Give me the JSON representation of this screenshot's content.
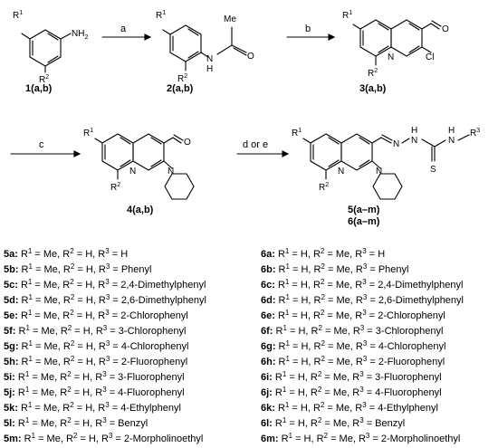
{
  "reagents": {
    "a": "a",
    "b": "b",
    "c": "c",
    "de": "d or e"
  },
  "compounds": {
    "c1": "1(a,b)",
    "c2": "2(a,b)",
    "c3": "3(a,b)",
    "c4": "4(a,b)",
    "c5": "5(a–m)",
    "c6": "6(a–m)"
  },
  "atoms": {
    "R1": "R1",
    "R2": "R2",
    "R3": "R3",
    "NH2": "NH2",
    "Me": "Me",
    "N": "N",
    "H": "H",
    "O": "O",
    "Cl": "Cl",
    "S": "S"
  },
  "series5": [
    {
      "id": "5a:",
      "r1": "Me",
      "r2": "H",
      "r3": "H"
    },
    {
      "id": "5b:",
      "r1": "Me",
      "r2": "H",
      "r3": "Phenyl"
    },
    {
      "id": "5c:",
      "r1": "Me",
      "r2": "H",
      "r3": "2,4-Dimethylphenyl"
    },
    {
      "id": "5d:",
      "r1": "Me",
      "r2": "H",
      "r3": "2,6-Dimethylphenyl"
    },
    {
      "id": "5e:",
      "r1": "Me",
      "r2": "H",
      "r3": "2-Chlorophenyl"
    },
    {
      "id": "5f:",
      "r1": "Me",
      "r2": "H",
      "r3": "3-Chlorophenyl"
    },
    {
      "id": "5g:",
      "r1": "Me",
      "r2": "H",
      "r3": "4-Chlorophenyl"
    },
    {
      "id": "5h:",
      "r1": "Me",
      "r2": "H",
      "r3": "2-Fluorophenyl"
    },
    {
      "id": "5i:",
      "r1": "Me",
      "r2": "H",
      "r3": "3-Fluorophenyl"
    },
    {
      "id": "5j:",
      "r1": "Me",
      "r2": "H",
      "r3": "4-Fluorophenyl"
    },
    {
      "id": "5k:",
      "r1": "Me",
      "r2": "H",
      "r3": "4-Ethylphenyl"
    },
    {
      "id": "5l:",
      "r1": "Me",
      "r2": "H",
      "r3": "Benzyl"
    },
    {
      "id": "5m:",
      "r1": "Me",
      "r2": "H",
      "r3": "2-Morpholinoethyl"
    }
  ],
  "series6": [
    {
      "id": "6a:",
      "r1": "H",
      "r2": "Me",
      "r3": "H"
    },
    {
      "id": "6b:",
      "r1": "H",
      "r2": "Me",
      "r3": "Phenyl"
    },
    {
      "id": "6c:",
      "r1": "H",
      "r2": "Me",
      "r3": "2,4-Dimethylphenyl"
    },
    {
      "id": "6d:",
      "r1": "H",
      "r2": "Me",
      "r3": "2,6-Dimethylphenyl"
    },
    {
      "id": "6e:",
      "r1": "H",
      "r2": "Me",
      "r3": "2-Chlorophenyl"
    },
    {
      "id": "6f:",
      "r1": "H",
      "r2": "Me",
      "r3": "3-Chlorophenyl"
    },
    {
      "id": "6g:",
      "r1": "H",
      "r2": "Me",
      "r3": "4-Chlorophenyl"
    },
    {
      "id": "6h:",
      "r1": "H",
      "r2": "Me",
      "r3": "2-Fluorophenyl"
    },
    {
      "id": "6i:",
      "r1": "H",
      "r2": "Me",
      "r3": "3-Fluorophenyl"
    },
    {
      "id": "6j:",
      "r1": "H",
      "r2": "Me",
      "r3": "4-Fluorophenyl"
    },
    {
      "id": "6k:",
      "r1": "H",
      "r2": "Me",
      "r3": "4-Ethylphenyl"
    },
    {
      "id": "6l:",
      "r1": "H",
      "r2": "Me",
      "r3": "Benzyl"
    },
    {
      "id": "6m:",
      "r1": "H",
      "r2": "Me",
      "r3": "2-Morpholinoethyl"
    }
  ]
}
